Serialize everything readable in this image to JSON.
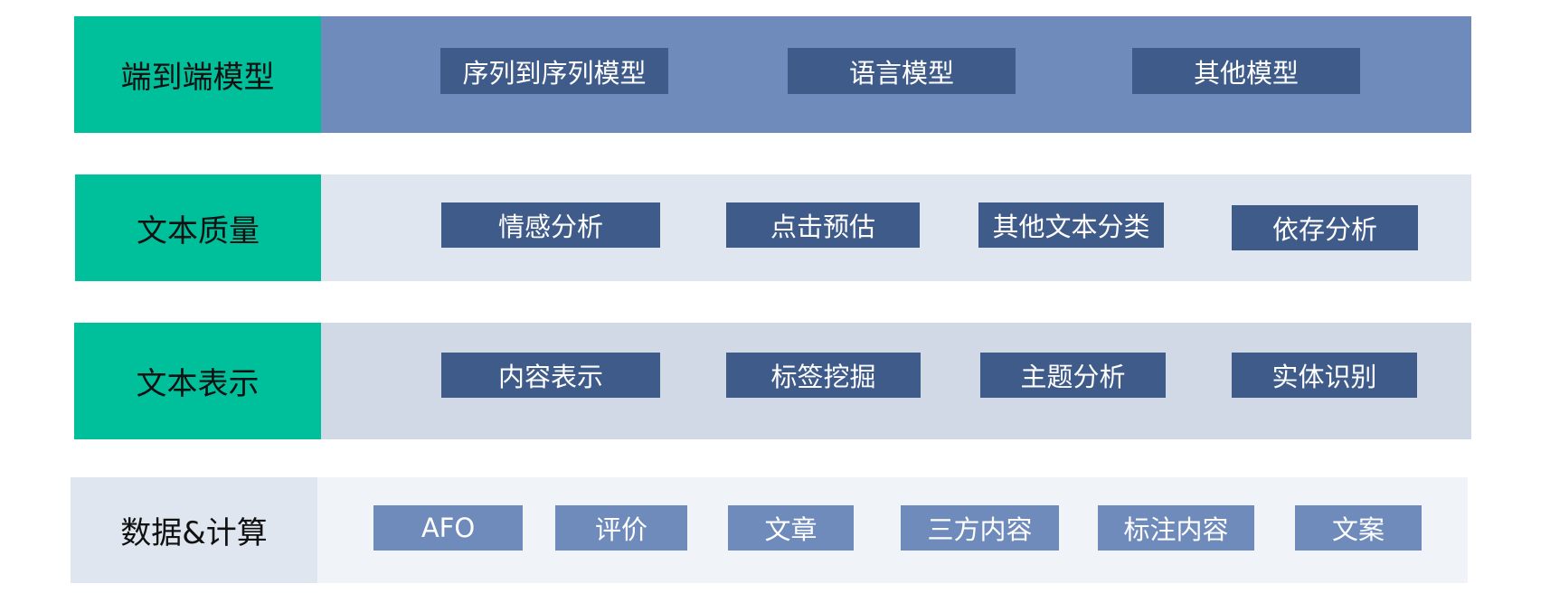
{
  "layers": [
    {
      "label": "端到端模型",
      "items": [
        "序列到序列模型",
        "语言模型",
        "其他模型"
      ]
    },
    {
      "label": "文本质量",
      "items": [
        "情感分析",
        "点击预估",
        "其他文本分类",
        "依存分析"
      ]
    },
    {
      "label": "文本表示",
      "items": [
        "内容表示",
        "标签挖掘",
        "主题分析",
        "实体识别"
      ]
    },
    {
      "label": "数据&计算",
      "items": [
        "AFO",
        "评价",
        "文章",
        "三方内容",
        "标注内容",
        "文案"
      ]
    }
  ],
  "colors": {
    "label_accent": "#00bf9b",
    "chip_dark": "#3f5b8a",
    "chip_light": "#6e8bbb",
    "band_top": "#6e8bbb",
    "band_light": "#e0e6ef",
    "band_mid": "#d1d9e6",
    "band_faint": "#f0f3f8"
  }
}
